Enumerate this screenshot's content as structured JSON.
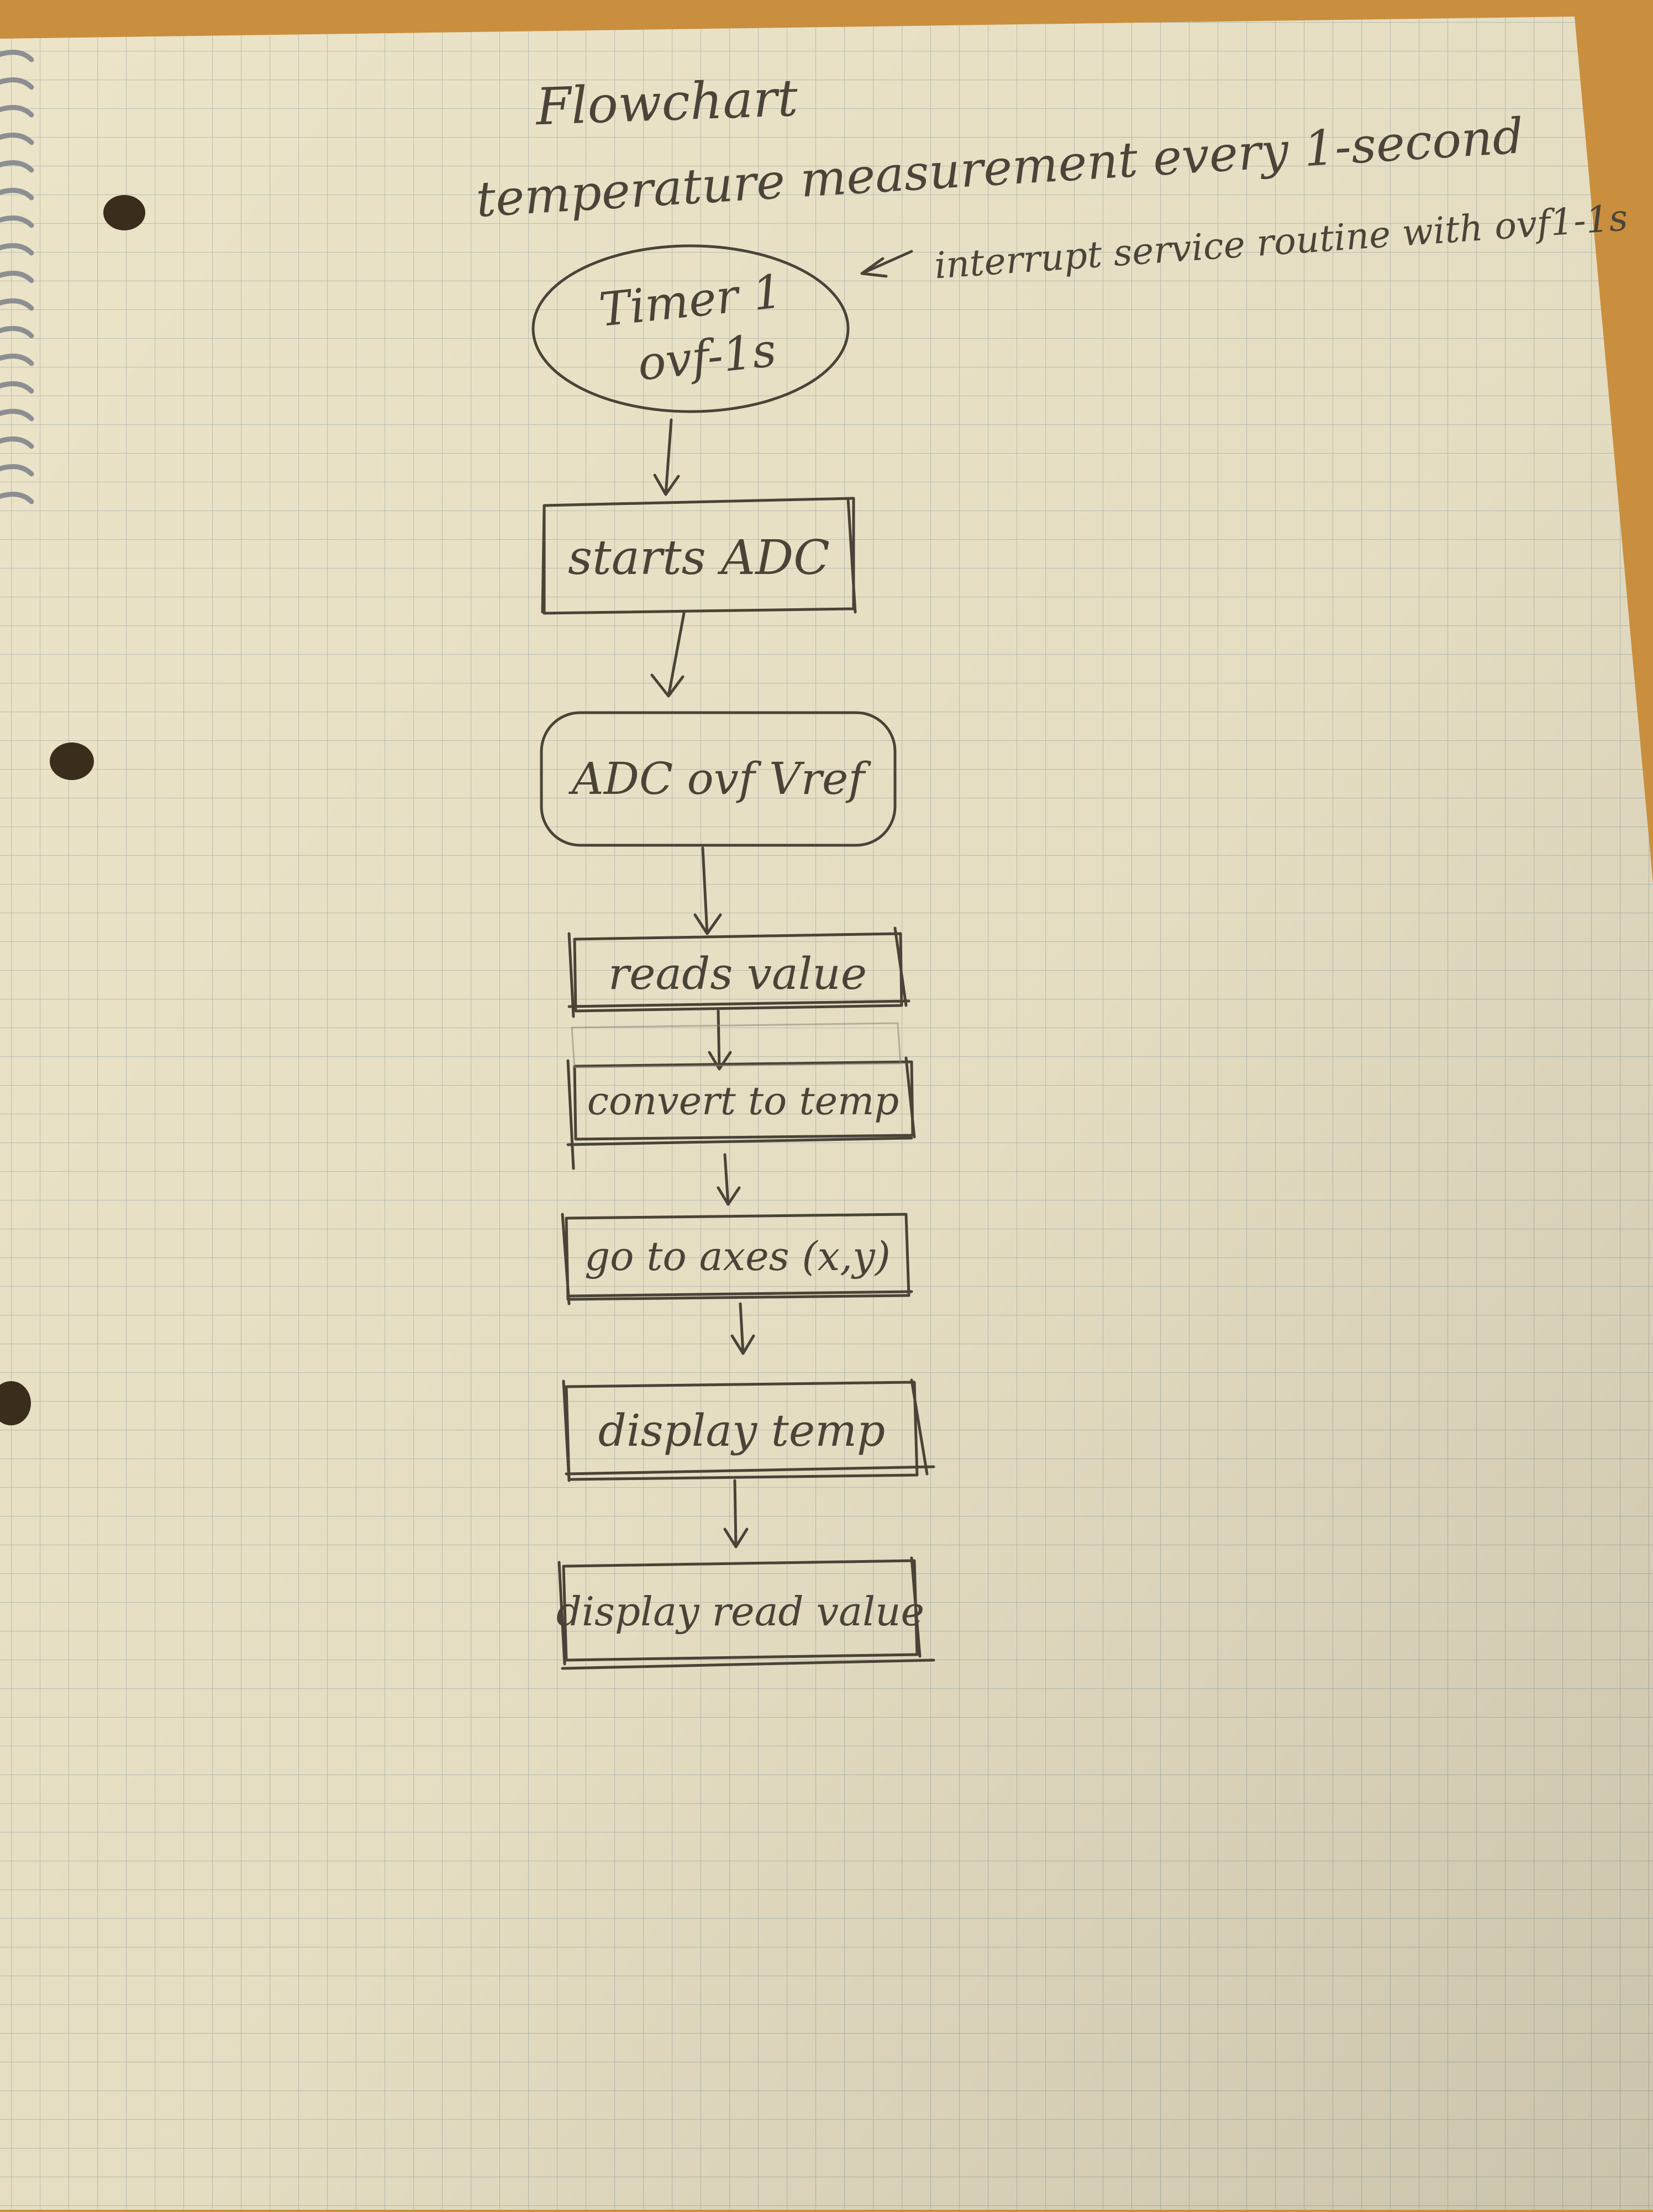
{
  "heading": {
    "title": "Flowchart",
    "subtitle": "temperature measurement every 1-second"
  },
  "annotation": {
    "text": "interrupt service routine with ovf1-1s"
  },
  "nodes": {
    "start": {
      "line1": "Timer 1",
      "line2": "ovf-1s"
    },
    "start_adc": {
      "label": "starts ADC"
    },
    "adc_ovf": {
      "label": "ADC ovf Vref"
    },
    "read_value": {
      "label": "reads value"
    },
    "convert": {
      "label": "convert to temp"
    },
    "goto_axes": {
      "label": "go to axes (x,y)"
    },
    "display_temp": {
      "label": "display temp"
    },
    "display_read": {
      "label": "display read value"
    }
  },
  "colors": {
    "paper": "#ece4c8",
    "grid": "#bcc2b4",
    "pencil": "#4a4337",
    "desk": "#c98f3e"
  }
}
